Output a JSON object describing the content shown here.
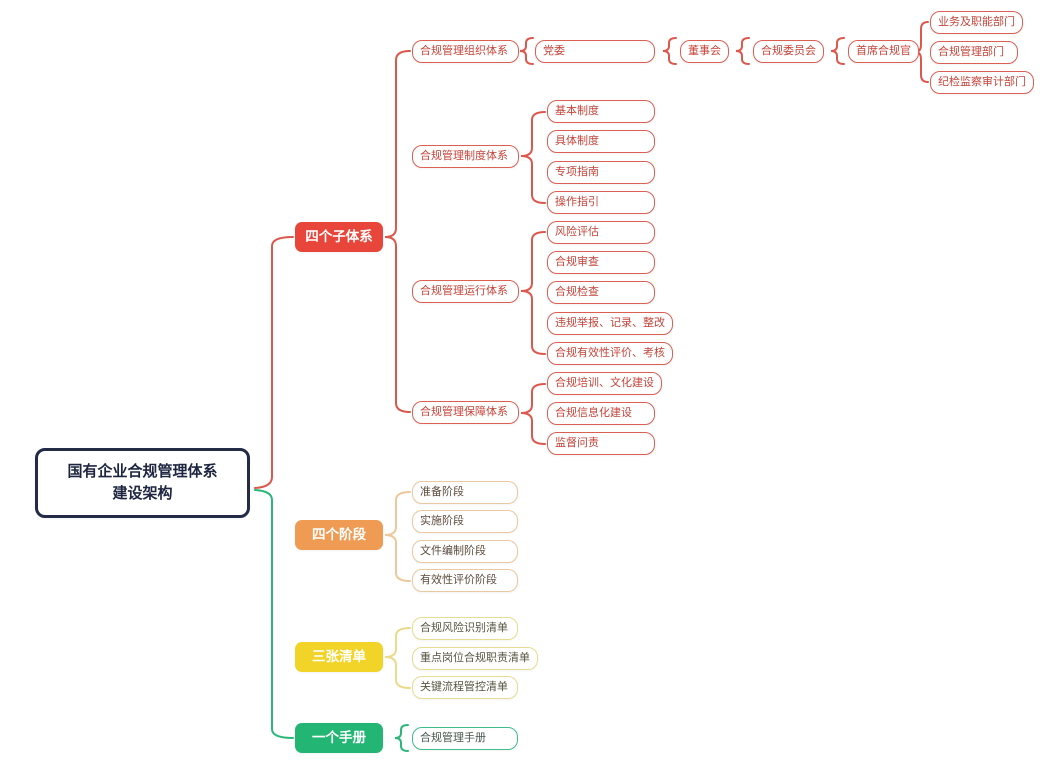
{
  "root": {
    "line1": "国有企业合规管理体系",
    "line2": "建设架构"
  },
  "branches": {
    "subsystems": {
      "label": "四个子体系",
      "org": {
        "label": "合规管理组织体系",
        "chain": [
          "党委",
          "董事会",
          "合规委员会",
          "首席合规官"
        ],
        "departments": [
          "业务及职能部门",
          "合规管理部门",
          "纪检监察审计部门"
        ]
      },
      "institution": {
        "label": "合规管理制度体系",
        "items": [
          "基本制度",
          "具体制度",
          "专项指南",
          "操作指引"
        ]
      },
      "operation": {
        "label": "合规管理运行体系",
        "items": [
          "风险评估",
          "合规审查",
          "合规检查",
          "违规举报、记录、整改",
          "合规有效性评价、考核"
        ]
      },
      "safeguard": {
        "label": "合规管理保障体系",
        "items": [
          "合规培训、文化建设",
          "合规信息化建设",
          "监督问责"
        ]
      }
    },
    "stages": {
      "label": "四个阶段",
      "items": [
        "准备阶段",
        "实施阶段",
        "文件编制阶段",
        "有效性评价阶段"
      ]
    },
    "lists": {
      "label": "三张清单",
      "items": [
        "合规风险识别清单",
        "重点岗位合规职责清单",
        "关键流程管控清单"
      ]
    },
    "manual": {
      "label": "一个手册",
      "items": [
        "合规管理手册"
      ]
    }
  },
  "colors": {
    "red_fill": "#e8463a",
    "red_border": "#dc5f54",
    "red_text": "#c5443a",
    "red_line": "#db584d",
    "orange_fill": "#ef9b53",
    "orange_border": "#eac9a0",
    "orange_line": "#edc89b",
    "yellow_fill": "#f2d428",
    "yellow_border": "#e6dd90",
    "yellow_line": "#e9da8c",
    "green_fill": "#22b573",
    "green_border": "#3fbc8c",
    "green_line": "#2ab77a",
    "root_border": "#232b47"
  }
}
